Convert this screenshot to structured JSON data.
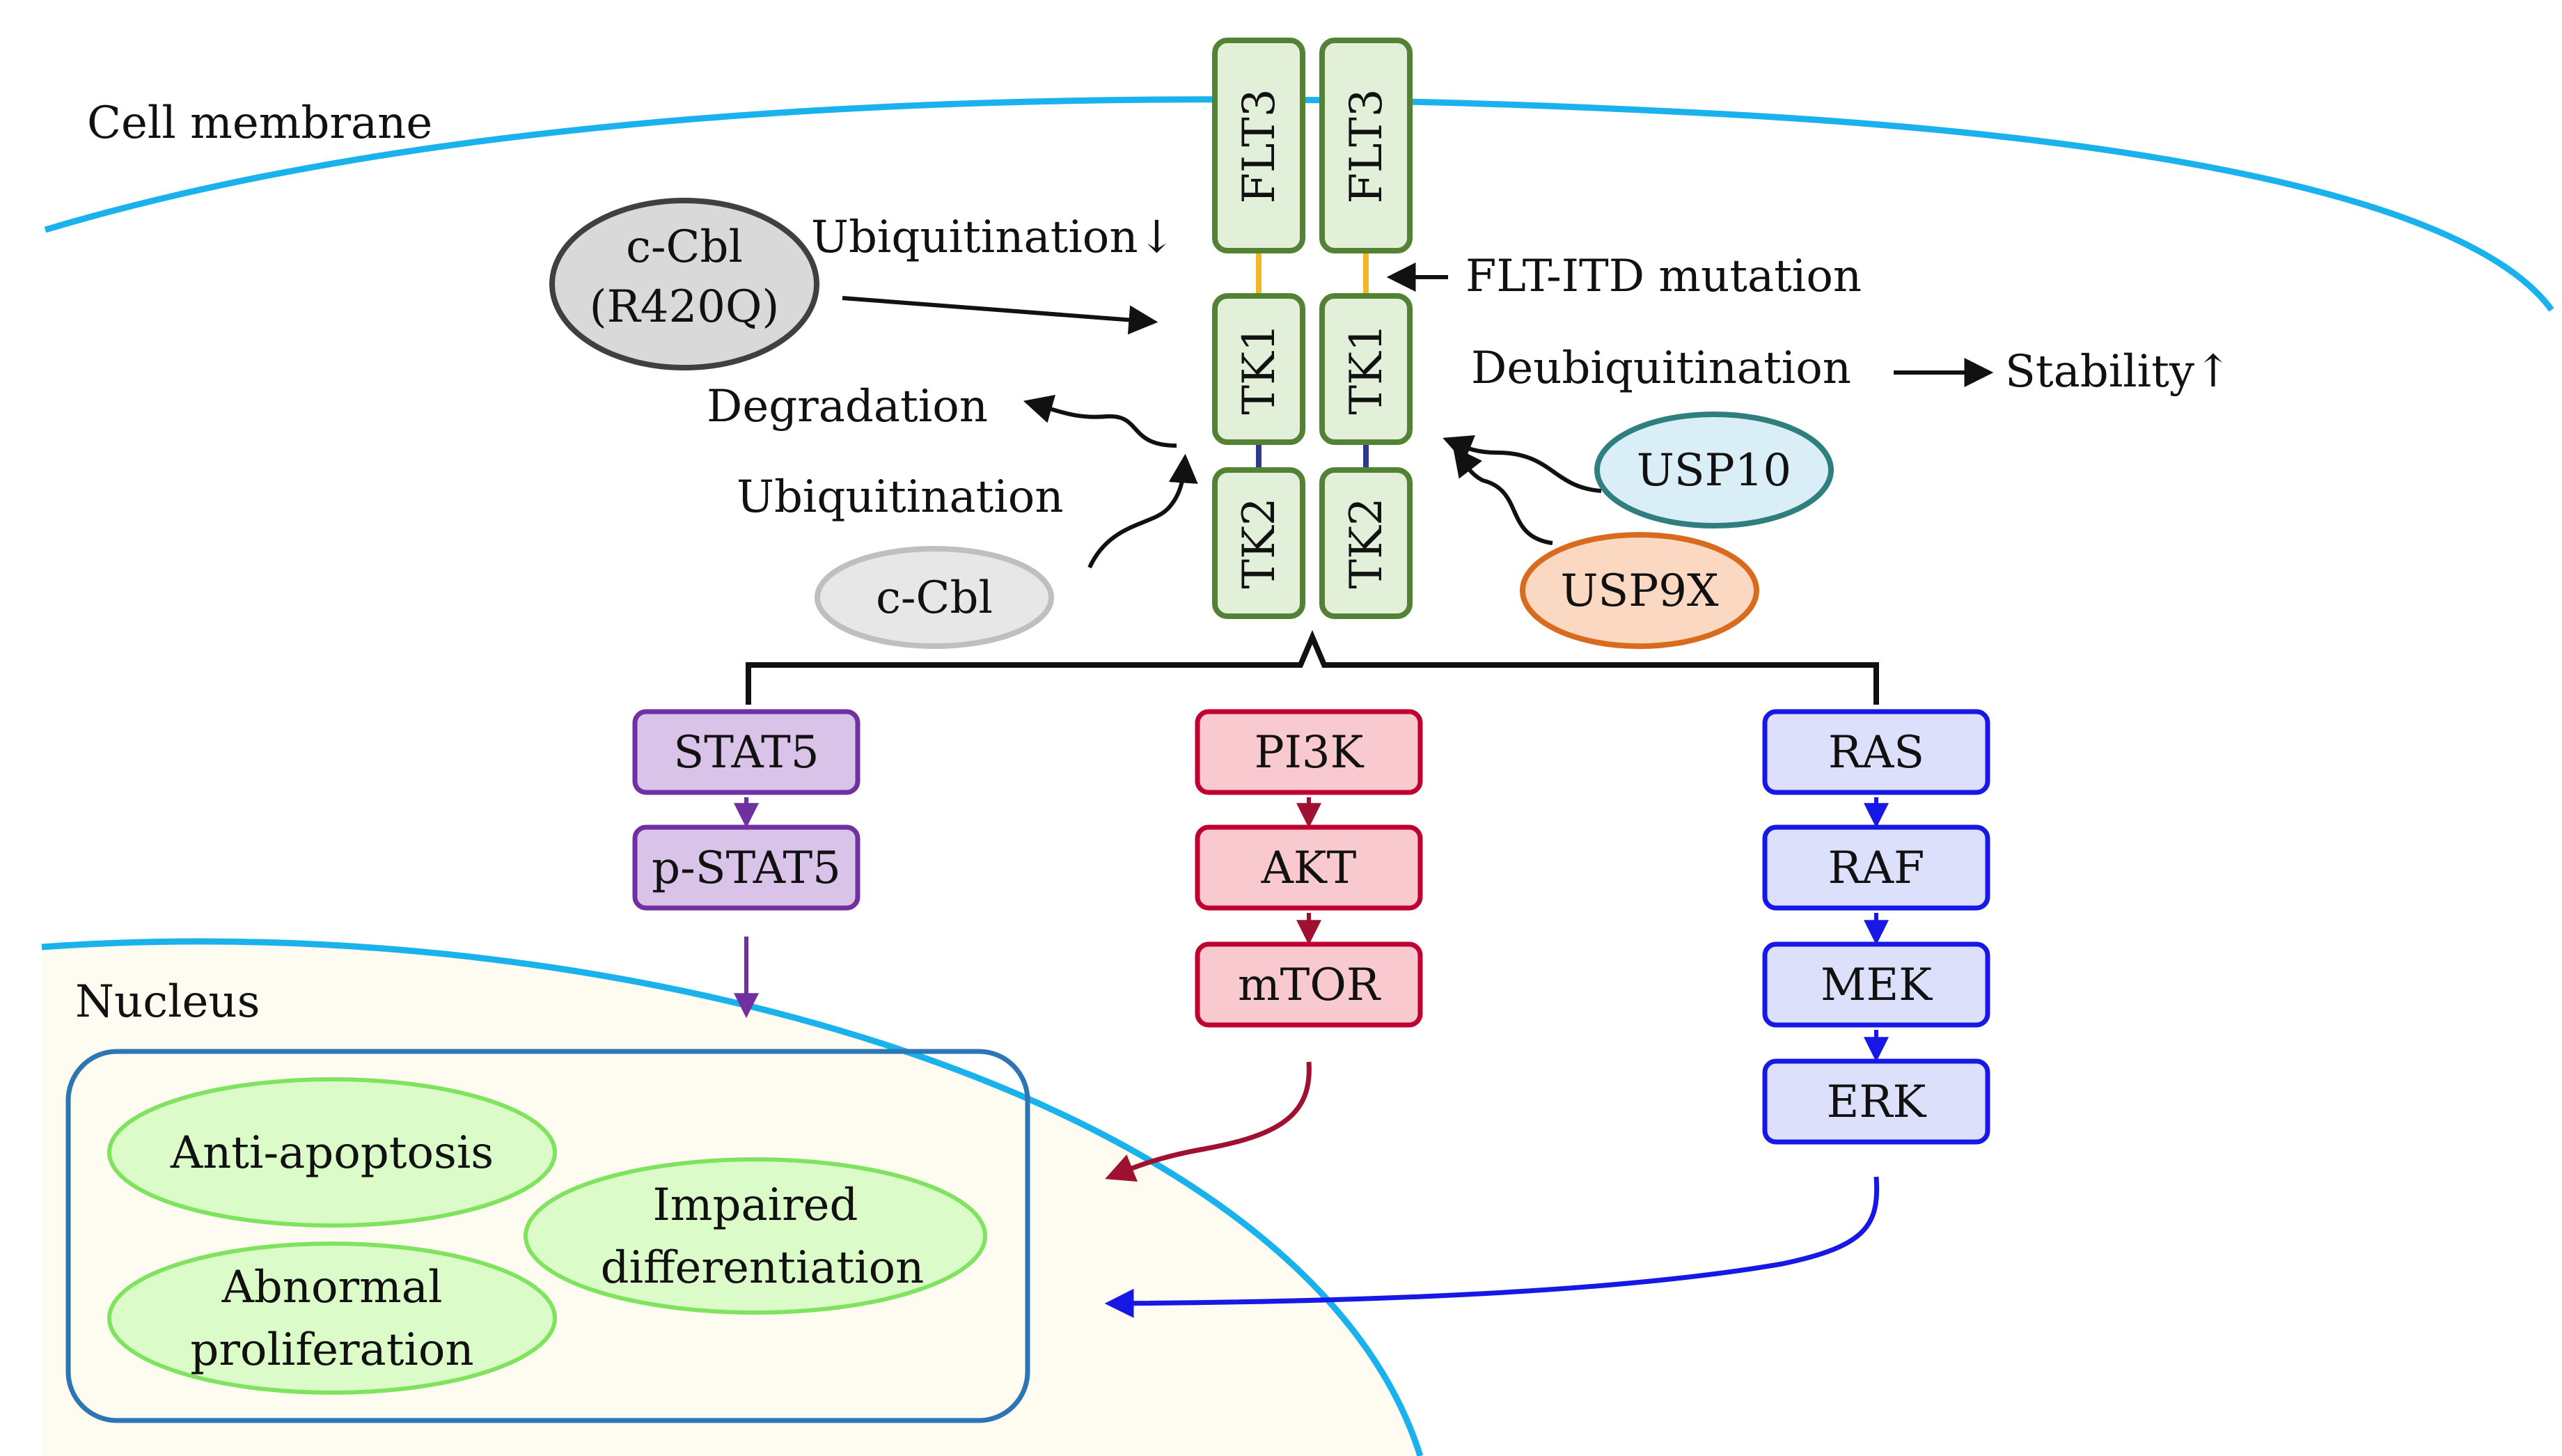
{
  "regions": {
    "cell_membrane_label": "Cell membrane",
    "nucleus_label": "Nucleus"
  },
  "receptor": {
    "left": {
      "flt3": "FLT3",
      "tk1": "TK1",
      "tk2": "TK2"
    },
    "right": {
      "flt3": "FLT3",
      "tk1": "TK1",
      "tk2": "TK2"
    }
  },
  "annotations": {
    "ubiquitination_down": "Ubiquitination↓",
    "flt_itd_mutation": "FLT-ITD mutation",
    "deubiquitination": "Deubiquitination",
    "stability_up": "Stability↑",
    "degradation": "Degradation",
    "ubiquitination": "Ubiquitination"
  },
  "regulators": {
    "ccbl_mutant_line1": "c-Cbl",
    "ccbl_mutant_line2": "(R420Q)",
    "ccbl": "c-Cbl",
    "usp10": "USP10",
    "usp9x": "USP9X"
  },
  "pathways": {
    "stat5": [
      "STAT5",
      "p-STAT5"
    ],
    "pi3k": [
      "PI3K",
      "AKT",
      "mTOR"
    ],
    "ras": [
      "RAS",
      "RAF",
      "MEK",
      "ERK"
    ]
  },
  "outcomes": {
    "anti_apoptosis": "Anti-apoptosis",
    "impaired_line1": "Impaired",
    "impaired_line2": "differentiation",
    "abnormal_line1": "Abnormal",
    "abnormal_line2": "proliferation"
  },
  "colors": {
    "membrane": "#1ab2ec",
    "receptor_fill": "#e2efd9",
    "receptor_stroke": "#548235",
    "stat5_fill": "#d9c3e9",
    "stat5_stroke": "#7030a0",
    "pi3k_fill": "#f9c9d0",
    "pi3k_stroke": "#c00031",
    "ras_fill": "#dde0fb",
    "ras_stroke": "#1818e6",
    "outcome_fill": "#dbfbc9",
    "outcome_stroke": "#7fe35f",
    "nucleus_fill": "#fefbf0",
    "usp10_fill": "#d9eef6",
    "usp10_stroke": "#2f7f7f",
    "usp9x_fill": "#fad8c1",
    "usp9x_stroke": "#d96b1e",
    "ccbl_mutant_fill": "#d9d9d9",
    "ccbl_mutant_stroke": "#404040",
    "ccbl_fill": "#e7e7e7",
    "ccbl_stroke": "#bfbfbf"
  }
}
